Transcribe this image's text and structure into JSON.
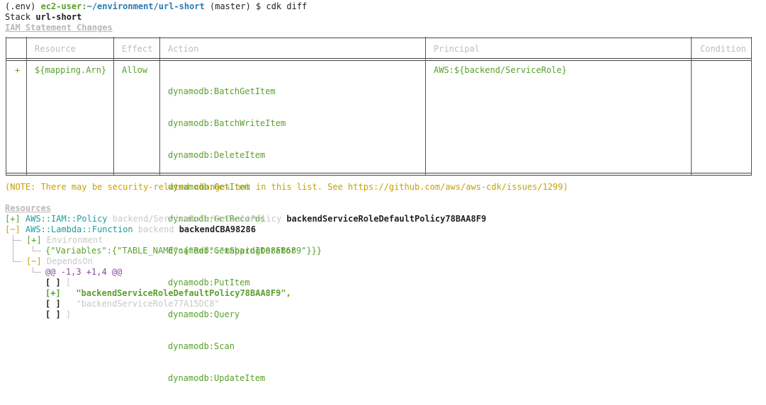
{
  "prompt": {
    "env": "(.env) ",
    "user_host": "ec2-user:",
    "path": "~/environment/url-short",
    "branch": " (master) ",
    "dollar": "$ ",
    "command": "cdk diff"
  },
  "stack": {
    "label": "Stack ",
    "name": "url-short"
  },
  "iam_heading": "IAM Statement Changes",
  "iam_table": {
    "headers": [
      "",
      "Resource",
      "Effect",
      "Action",
      "Principal",
      "Condition"
    ],
    "row": {
      "sign": "+",
      "resource": "${mapping.Arn}",
      "effect": "Allow",
      "principal": "AWS:${backend/ServiceRole}",
      "actions": [
        "dynamodb:BatchGetItem",
        "dynamodb:BatchWriteItem",
        "dynamodb:DeleteItem",
        "dynamodb:GetItem",
        "dynamodb:GetRecords",
        "dynamodb:GetShardIterator",
        "dynamodb:PutItem",
        "dynamodb:Query",
        "dynamodb:Scan",
        "dynamodb:UpdateItem"
      ]
    }
  },
  "note": "(NOTE: There may be security-related changes not in this list. See https://github.com/aws/aws-cdk/issues/1299)",
  "resources_heading": "Resources",
  "resources": [
    {
      "marker": "[+]",
      "type": "AWS::IAM::Policy",
      "path": "backend/ServiceRole/DefaultPolicy",
      "logical_id": "backendServiceRoleDefaultPolicy78BAA8F9"
    },
    {
      "marker": "[~]",
      "type": "AWS::Lambda::Function",
      "path": "backend",
      "logical_id": "backendCBA98286"
    }
  ],
  "environment": {
    "marker": "[+]",
    "label": "Environment",
    "value": "{\"Variables\":{\"TABLE_NAME\":{\"Ref\":\"mappingD98FB689\"}}}"
  },
  "depends_on": {
    "marker": "[~]",
    "label": "DependsOn",
    "hunk": "@@ -1,3 +1,4 @@",
    "lines": [
      {
        "marker": "[ ]",
        "text": "["
      },
      {
        "marker": "[+]",
        "text": "\"backendServiceRoleDefaultPolicy78BAA8F9\","
      },
      {
        "marker": "[ ]",
        "text": "\"backendServiceRole77A15DC8\""
      },
      {
        "marker": "[ ]",
        "text": "]"
      }
    ]
  },
  "colors": {
    "added": "#5aa02c",
    "path": "#2a7ab0",
    "note": "#c9a000",
    "muted": "#b8b8b8",
    "hunk": "#8a4c9c"
  }
}
